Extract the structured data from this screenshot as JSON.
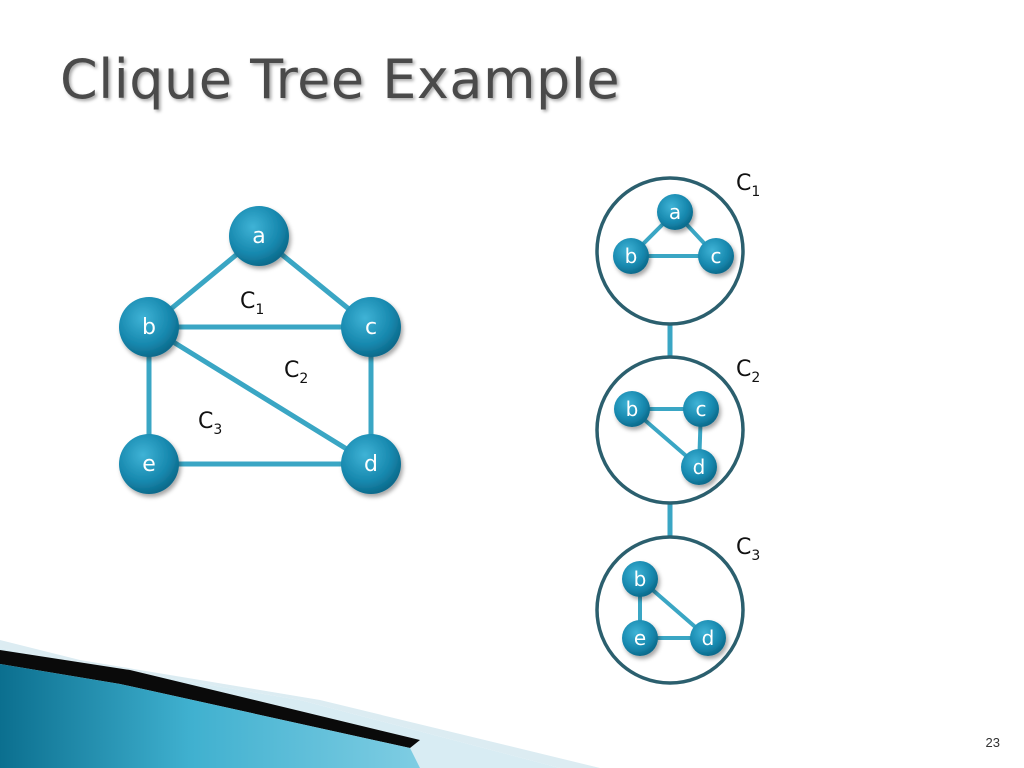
{
  "slide": {
    "title": "Clique Tree Example",
    "page_number": "23"
  },
  "colors": {
    "node_fill": "#1a8fb4",
    "edge": "#3aa6c4",
    "clique_ring": "#2b5f6e",
    "accent_dark": "#0a5f7a",
    "accent_light": "#d8ecf3"
  },
  "graph": {
    "nodes": [
      {
        "id": "a",
        "label": "a"
      },
      {
        "id": "b",
        "label": "b"
      },
      {
        "id": "c",
        "label": "c"
      },
      {
        "id": "d",
        "label": "d"
      },
      {
        "id": "e",
        "label": "e"
      }
    ],
    "edges": [
      [
        "a",
        "b"
      ],
      [
        "a",
        "c"
      ],
      [
        "b",
        "c"
      ],
      [
        "b",
        "d"
      ],
      [
        "c",
        "d"
      ],
      [
        "b",
        "e"
      ],
      [
        "e",
        "d"
      ]
    ],
    "clique_labels": [
      {
        "base": "C",
        "sub": "1"
      },
      {
        "base": "C",
        "sub": "2"
      },
      {
        "base": "C",
        "sub": "3"
      }
    ]
  },
  "clique_tree": {
    "cliques": [
      {
        "base": "C",
        "sub": "1",
        "nodes": [
          "a",
          "b",
          "c"
        ]
      },
      {
        "base": "C",
        "sub": "2",
        "nodes": [
          "b",
          "c",
          "d"
        ]
      },
      {
        "base": "C",
        "sub": "3",
        "nodes": [
          "b",
          "e",
          "d"
        ]
      }
    ]
  }
}
